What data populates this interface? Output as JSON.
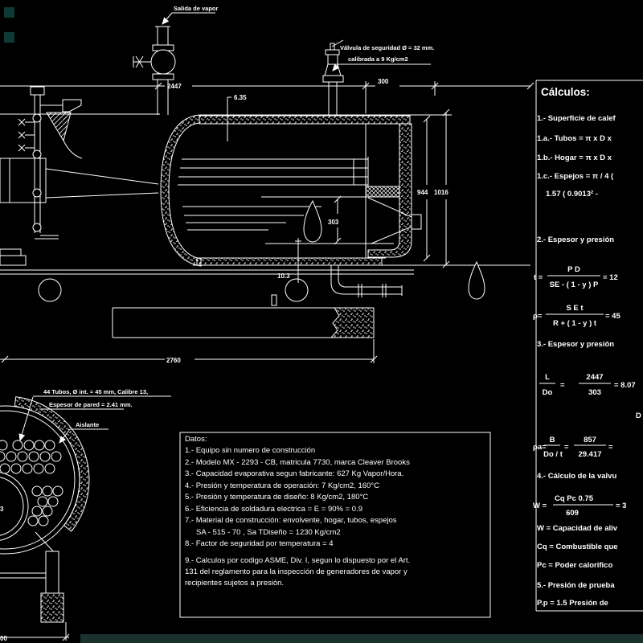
{
  "decor": {
    "corner_square_color": "#0d3b33",
    "bottom_strip_color": "#1b312d"
  },
  "side_view": {
    "labels": {
      "salida_vapor": "Salida de vapor",
      "valvula_seguridad_line1": "Válvula de seguridad Ø = 32 mm.",
      "valvula_seguridad_line2": "calibrada  a  9 Kg/cm2"
    },
    "dims": {
      "length": "2447",
      "rear_offset": "300",
      "plate": "6.35",
      "inner_diameter": "944",
      "outer_diameter": "1016",
      "hogar_diameter": "303",
      "note": "10.3",
      "base_length": "2760"
    }
  },
  "front_view": {
    "labels": {
      "tubes_line1": "44 Tubos, Ø int. = 45 mm, Calibre 13,",
      "tubes_line2": "Espesor de pared = 2.41 mm.",
      "insulation": "Aislante",
      "fragment_left": "3",
      "fragment_bottom": "00"
    }
  },
  "datos": {
    "title": "Datos:",
    "lines": [
      "1.- Equipo sin numero de construcción",
      "2.- Modelo MX - 2293 - CB, matricula 7730, marca Cleaver Brooks",
      "3.- Capacidad evaporativa segun fabricante: 627 Kg Vapor/Hora.",
      "4.- Presión y temperatura de operación: 7 Kg/cm2, 160°C",
      "5.- Presión y temperatura de diseño: 8 Kg/cm2, 180°C",
      "6.- Eficiencia de soldadura electrica = E = 90% = 0.9",
      "7.- Material de construcción: envolvente, hogar, tubos, espejos",
      "SA - 515 - 70 ,  Sa TDiseño = 1230 Kg/cm2",
      "8.- Factor de seguridad por temperatura = 4",
      "9.- Calculos por codigo ASME, Div. I, segun lo dispuesto por el Art.",
      "131 del reglamento para la inspección de generadores de vapor y",
      "recipientes sujetos a presión."
    ]
  },
  "calculos": {
    "title": "Cálculos:",
    "item_1": "1.- Superficie de calef",
    "item_1a": "1.a.- Tubos = π x D x",
    "item_1b": "1.b.- Hogar = π x D x",
    "item_1c": "1.c.- Espejos = π / 4 (",
    "item_1c_cont": "1.57 ( 0.9013² -",
    "item_2": "2.- Espesor y presión",
    "t_formula": {
      "lhs": "t =",
      "num": "P D",
      "den": "SE - ( 1 - y ) P",
      "rhs": "= 12"
    },
    "rho_formula": {
      "lhs": "ρ=",
      "num": "S E t",
      "den": "R + ( 1 - y ) t",
      "rhs": "= 45"
    },
    "item_3": "3.- Espesor y presión",
    "ldo_formula": {
      "num_l": "L",
      "den_l": "Do",
      "eq": "=",
      "num": "2447",
      "den": "303",
      "rhs": "= 8.07"
    },
    "fragment_d": "D",
    "rhoa_formula": {
      "lhs": "ρa=",
      "num_l": "B",
      "den_l": "Do / t",
      "eq": "=",
      "num": "857",
      "den": "29.417",
      "rhs": "="
    },
    "item_4": "4.- Cálculo de la valvu",
    "w_formula": {
      "lhs": "W =",
      "num": "Cq  Pc  0.75",
      "den": "609",
      "rhs": "= 3"
    },
    "def_w": "W = Capacidad de aliv",
    "def_cq": "Cq = Combustible que",
    "def_pc": "Pc = Poder calorifico",
    "item_5": "5.- Presión de prueba",
    "def_pp": "P.p = 1.5 Presión de"
  }
}
